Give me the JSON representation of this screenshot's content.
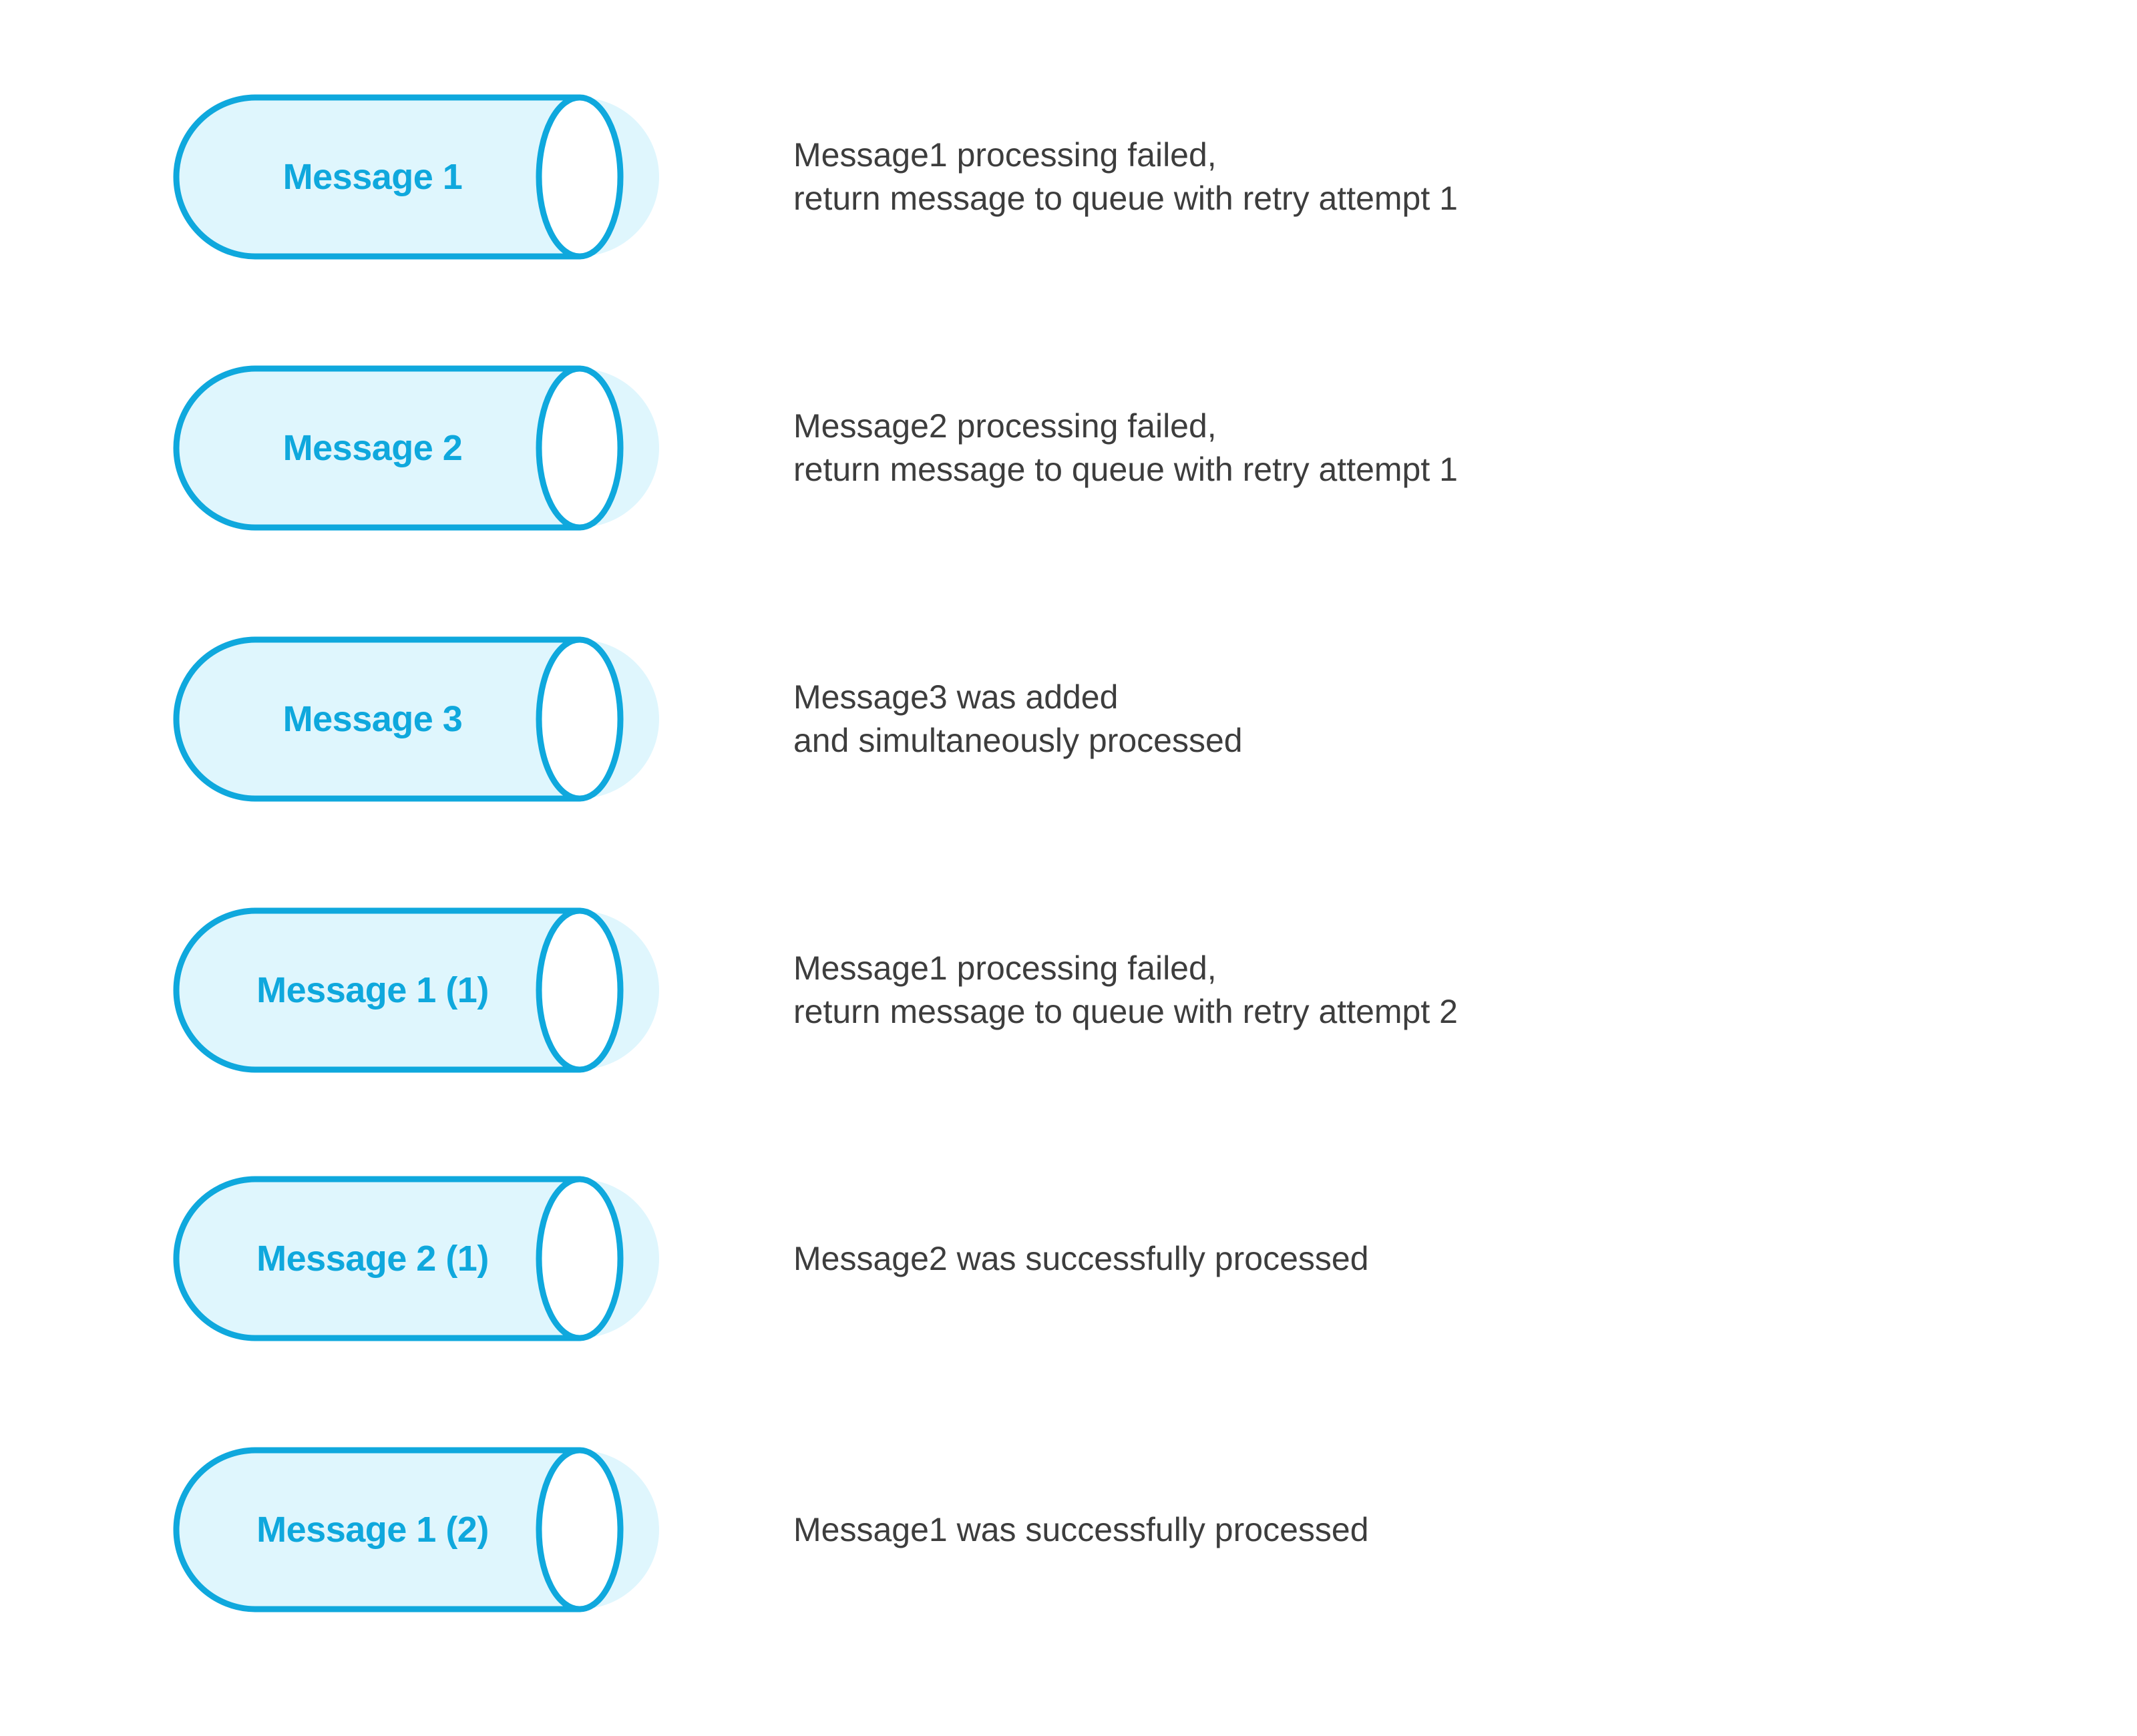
{
  "diagram": {
    "type": "message-queue-retry-sequence",
    "colors": {
      "cylinder_fill": "#dff6fd",
      "cylinder_stroke": "#0fa8dd",
      "cylinder_cap_fill": "#ffffff",
      "label_text": "#0fa8dd",
      "description_text": "#3d3d3d",
      "background": "#ffffff"
    },
    "steps": [
      {
        "label": "Message 1",
        "description_lines": [
          "Message1 processing failed,",
          "return message to queue with retry attempt 1"
        ]
      },
      {
        "label": "Message 2",
        "description_lines": [
          "Message2 processing failed,",
          "return message to queue with retry attempt 1"
        ]
      },
      {
        "label": "Message 3",
        "description_lines": [
          "Message3 was added",
          "and simultaneously processed"
        ]
      },
      {
        "label": "Message 1 (1)",
        "description_lines": [
          "Message1 processing failed,",
          "return message to queue with retry attempt 2"
        ]
      },
      {
        "label": "Message 2 (1)",
        "description_lines": [
          "Message2 was successfully processed"
        ]
      },
      {
        "label": "Message 1 (2)",
        "description_lines": [
          "Message1 was successfully processed"
        ]
      }
    ]
  }
}
